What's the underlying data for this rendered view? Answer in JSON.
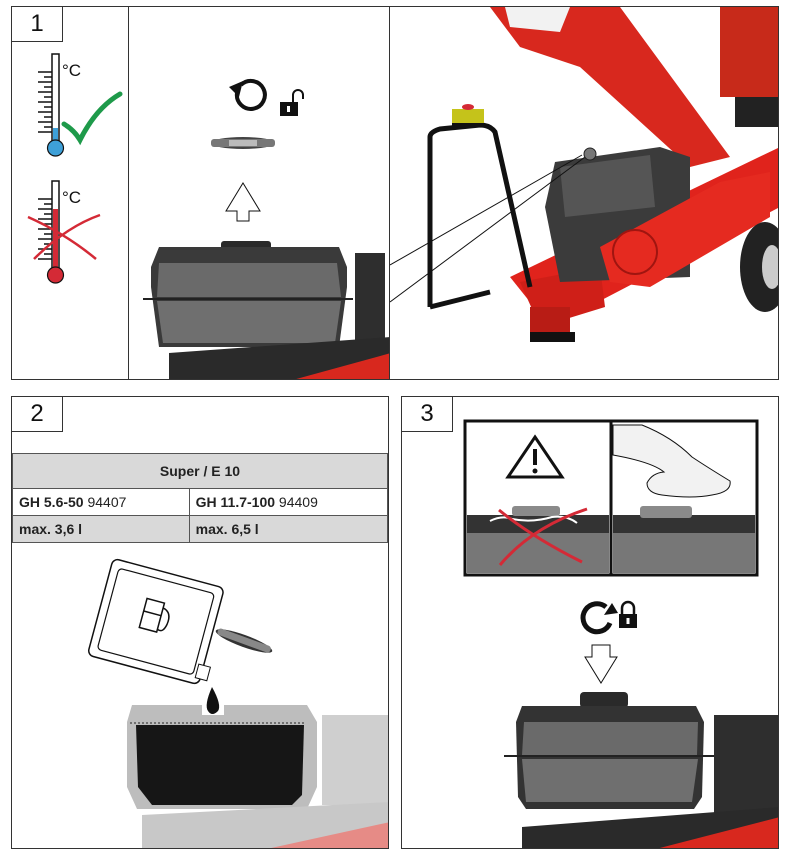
{
  "step1": {
    "number": "1",
    "temp_unit_ok": "°C",
    "temp_unit_bad": "°C",
    "icons": [
      "thermometer-cold-icon",
      "check-icon",
      "thermometer-hot-icon",
      "cross-icon",
      "rotate-ccw-icon",
      "unlock-icon",
      "arrow-up-icon"
    ],
    "colors": {
      "check": "#1e9a4a",
      "cross": "#d42a36",
      "cold": "#3ea0d8",
      "hot": "#d42a36",
      "machine_red": "#d8281e"
    }
  },
  "step2": {
    "number": "2",
    "table": {
      "header": "Super / E 10",
      "models": [
        {
          "name": "GH 5.6-50",
          "code": "94407",
          "capacity": "max. 3,6 l"
        },
        {
          "name": "GH 11.7-100",
          "code": "94409",
          "capacity": "max. 6,5 l"
        }
      ]
    },
    "icons": [
      "fuel-canister-icon",
      "fuel-pump-icon",
      "fuel-drop-icon",
      "fuel-cap-icon"
    ]
  },
  "step3": {
    "number": "3",
    "icons": [
      "warning-icon",
      "cross-icon",
      "hand-wiping-icon",
      "rotate-cw-icon",
      "lock-icon",
      "arrow-down-icon"
    ]
  }
}
